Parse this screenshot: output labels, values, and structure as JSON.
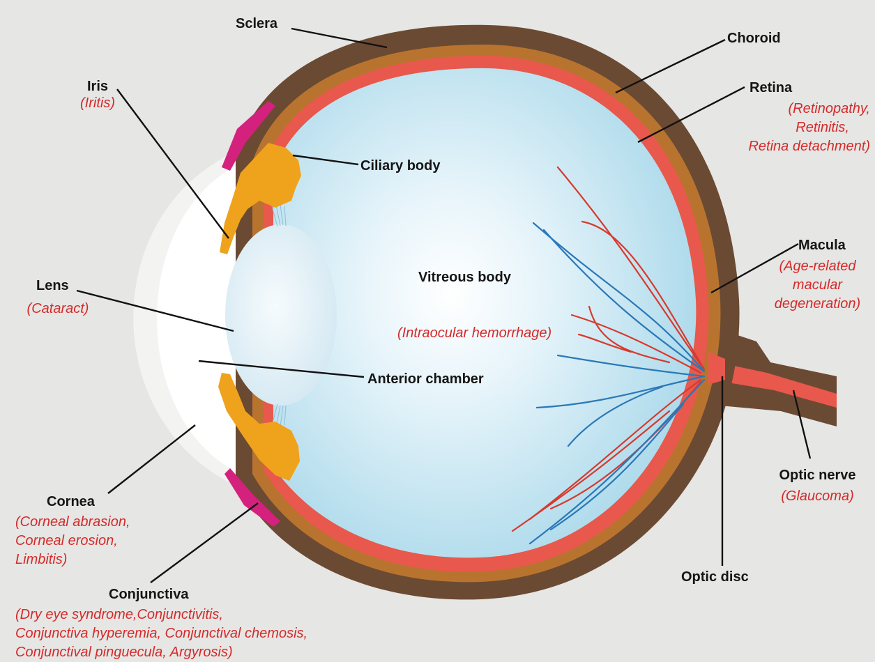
{
  "labels": {
    "sclera": {
      "name": "Sclera"
    },
    "choroid": {
      "name": "Choroid"
    },
    "iris": {
      "name": "Iris",
      "conditions": [
        "(Iritis)"
      ]
    },
    "retina": {
      "name": "Retina",
      "conditions": [
        "(Retinopathy,",
        "Retinitis,",
        "Retina detachment)"
      ]
    },
    "ciliary_body": {
      "name": "Ciliary body"
    },
    "macula": {
      "name": "Macula",
      "conditions": [
        "(Age-related",
        "macular",
        "degeneration)"
      ]
    },
    "lens": {
      "name": "Lens",
      "conditions": [
        "(Cataract)"
      ]
    },
    "vitreous_body": {
      "name": "Vitreous body",
      "conditions": [
        "(Intraocular hemorrhage)"
      ]
    },
    "anterior_chamber": {
      "name": "Anterior chamber"
    },
    "optic_nerve": {
      "name": "Optic nerve",
      "conditions": [
        "(Glaucoma)"
      ]
    },
    "cornea": {
      "name": "Cornea",
      "conditions": [
        "(Corneal abrasion,",
        "Corneal erosion,",
        "Limbitis)"
      ]
    },
    "optic_disc": {
      "name": "Optic disc"
    },
    "conjunctiva": {
      "name": "Conjunctiva",
      "conditions": [
        "(Dry eye syndrome,Conjunctivitis,",
        "Conjunctiva hyperemia, Conjunctival chemosis,",
        "Conjunctival pinguecula, Argyrosis)"
      ]
    }
  },
  "colors": {
    "background": "#e6e6e4",
    "sclera": "#6b4a33",
    "choroid": "#b8742f",
    "retina": "#e8584c",
    "vitreous": "#bfe2ef",
    "ciliary": "#efa21c",
    "conjunctiva": "#d4217e",
    "lens": "#e8f2f8",
    "cornea": "#ffffff",
    "artery": "#d63a2e",
    "vein": "#2a78b8",
    "label_text": "#151515",
    "condition_text": "#d42a2a"
  }
}
